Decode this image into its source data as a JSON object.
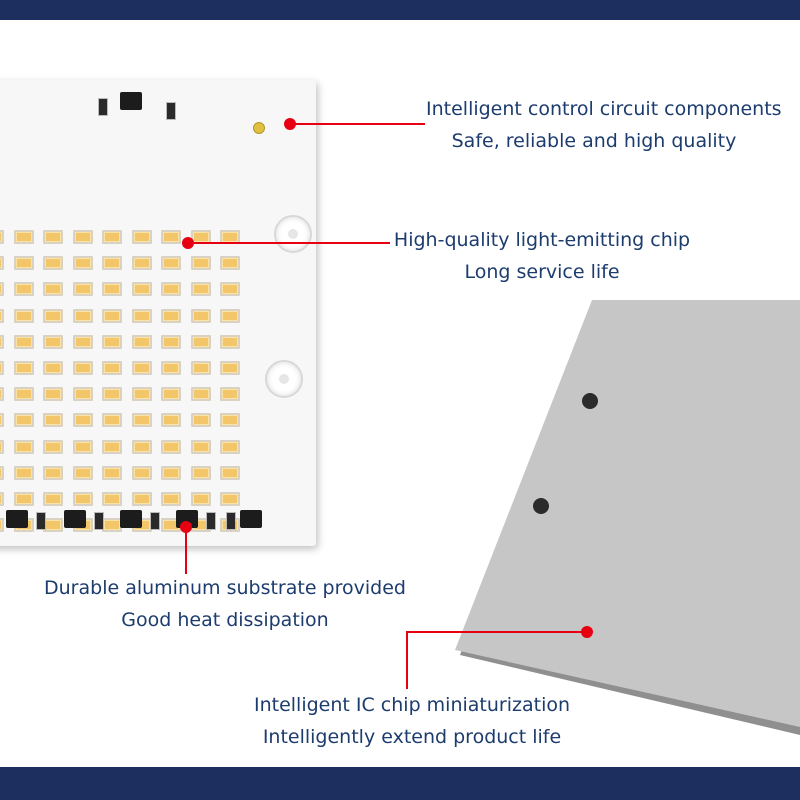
{
  "annotations": [
    {
      "id": "control",
      "lines": [
        "Intelligent control circuit components",
        "Safe, reliable and high quality"
      ]
    },
    {
      "id": "chip",
      "lines": [
        "High-quality light-emitting chip",
        "Long service life"
      ]
    },
    {
      "id": "substrate",
      "lines": [
        "Durable aluminum substrate provided",
        "Good heat dissipation"
      ]
    },
    {
      "id": "ic",
      "lines": [
        "Intelligent IC chip miniaturization",
        "Intelligently extend product life"
      ]
    }
  ],
  "colors": {
    "band": "#1d2f5e",
    "text": "#1d3c6e",
    "marker": "#e60012",
    "led": "#f3c66a",
    "plate": "#c6c6c6"
  },
  "board": {
    "led_rows": 12,
    "led_cols": 9
  }
}
